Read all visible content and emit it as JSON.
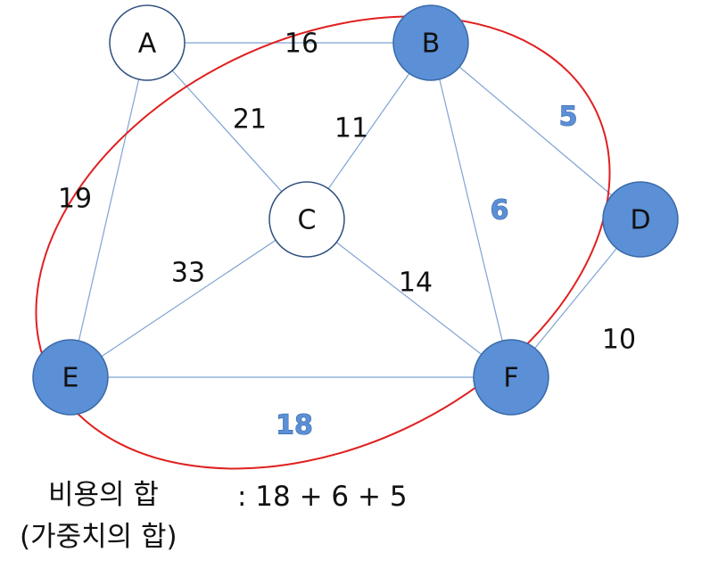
{
  "colors": {
    "node_highlight_fill": "#5b8fd6",
    "node_highlight_stroke": "#3a6aa8",
    "node_plain_fill": "#ffffff",
    "node_plain_stroke": "#2f4f7f",
    "edge": "#7fa3d4",
    "ellipse": "#e02020",
    "highlight_label": "#5b8fd6"
  },
  "nodes": [
    {
      "id": "A",
      "label": "A",
      "highlighted": false
    },
    {
      "id": "B",
      "label": "B",
      "highlighted": true
    },
    {
      "id": "C",
      "label": "C",
      "highlighted": false
    },
    {
      "id": "D",
      "label": "D",
      "highlighted": true
    },
    {
      "id": "E",
      "label": "E",
      "highlighted": true
    },
    {
      "id": "F",
      "label": "F",
      "highlighted": true
    }
  ],
  "edges": [
    {
      "from": "A",
      "to": "B",
      "weight": "16",
      "highlighted": false
    },
    {
      "from": "A",
      "to": "C",
      "weight": "21",
      "highlighted": false
    },
    {
      "from": "A",
      "to": "E",
      "weight": "19",
      "highlighted": false
    },
    {
      "from": "B",
      "to": "C",
      "weight": "11",
      "highlighted": false
    },
    {
      "from": "B",
      "to": "D",
      "weight": "5",
      "highlighted": true
    },
    {
      "from": "B",
      "to": "F",
      "weight": "6",
      "highlighted": true
    },
    {
      "from": "C",
      "to": "E",
      "weight": "33",
      "highlighted": false
    },
    {
      "from": "C",
      "to": "F",
      "weight": "14",
      "highlighted": false
    },
    {
      "from": "D",
      "to": "F",
      "weight": "10",
      "highlighted": false
    },
    {
      "from": "E",
      "to": "F",
      "weight": "18",
      "highlighted": true
    }
  ],
  "caption": {
    "line1_label": "비용의 합",
    "line1_value": ": 18 + 6 + 5",
    "line2": "(가중치의 합)"
  }
}
